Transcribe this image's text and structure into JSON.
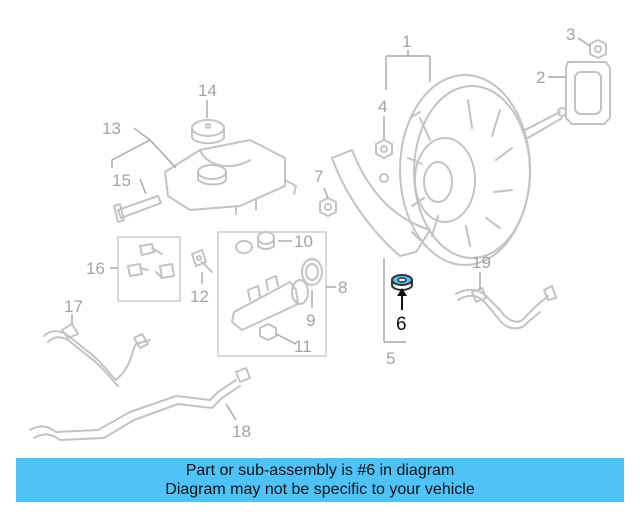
{
  "diagram": {
    "highlight_color": "#4fc3f7",
    "active_part": "6",
    "callouts": [
      "1",
      "2",
      "3",
      "4",
      "5",
      "6",
      "7",
      "8",
      "9",
      "10",
      "11",
      "12",
      "13",
      "14",
      "15",
      "16",
      "17",
      "18",
      "19"
    ]
  },
  "banner": {
    "background": "#4fc3f7",
    "line1": "Part or sub-assembly is #6 in diagram",
    "line2": "Diagram may not be specific to your vehicle"
  }
}
